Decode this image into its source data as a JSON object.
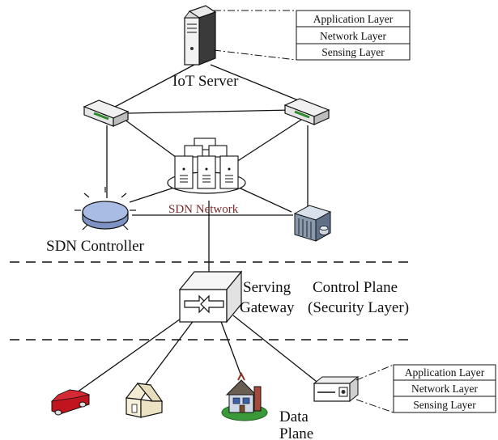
{
  "server_stack": [
    "Application Layer",
    "Network Layer",
    "Sensing Layer"
  ],
  "device_stack": [
    "Application Layer",
    "Network Layer",
    "Sensing Layer"
  ],
  "labels": {
    "iot_server": "IoT Server",
    "sdn_network": "SDN Network",
    "sdn_controller": "SDN Controller",
    "serving_line1": "Serving",
    "serving_line2": "Gateway",
    "control_line1": "Control Plane",
    "control_line2": "(Security Layer)",
    "data_line1": "Data",
    "data_line2": "Plane"
  },
  "colors": {
    "line": "#111111",
    "controller": "#9fb3dd",
    "switch_port": "#2e8b2e",
    "car": "#c0141e",
    "car_window": "#1e2aa8",
    "house_wall": "#f3ecd2",
    "sdn_text": "#7a2a2a"
  },
  "icons": [
    "server-icon",
    "switch-icon",
    "server-cluster-icon",
    "controller-icon",
    "storage-icon",
    "gateway-icon",
    "car-icon",
    "house-icon",
    "smart-home-icon",
    "sensor-device-icon"
  ]
}
